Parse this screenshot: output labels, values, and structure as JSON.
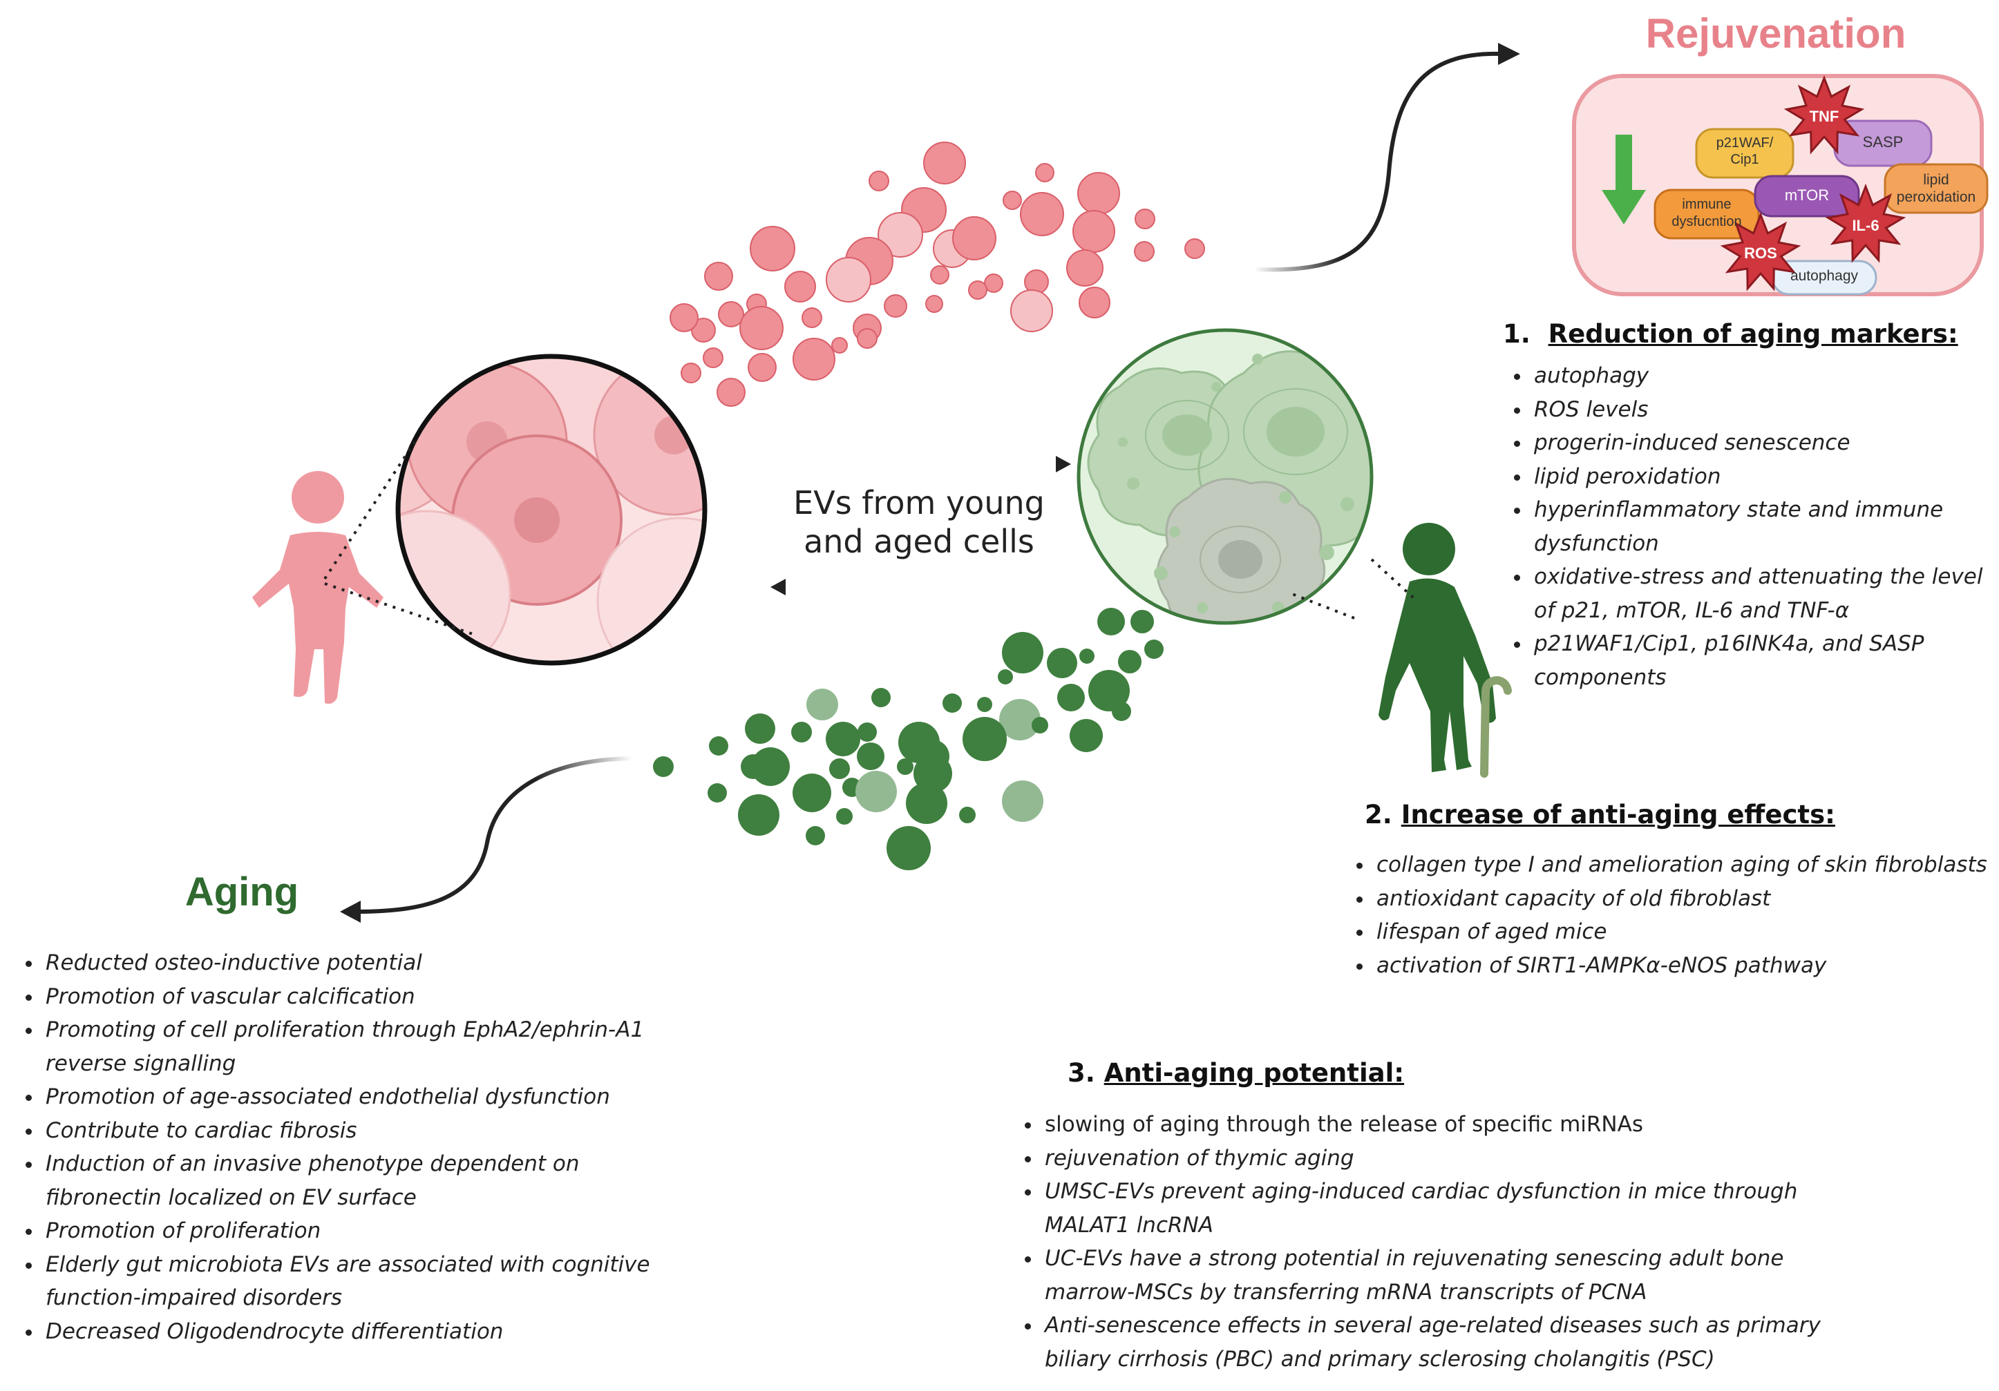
{
  "center_label": [
    "EVs from young",
    "and aged cells"
  ],
  "rejuvenation": {
    "title": "Rejuvenation",
    "cell_labels": {
      "tnf": "TNF",
      "p21": [
        "p21WAF/",
        "Cip1"
      ],
      "sasp": "SASP",
      "lipid": [
        "lipid",
        "peroxidation"
      ],
      "immune": [
        "immune",
        "dysfucntion"
      ],
      "mtor": "mTOR",
      "il6": "IL-6",
      "ros": "ROS",
      "autophagy": "autophagy"
    }
  },
  "section1": {
    "heading_number": "1.",
    "heading_text": "Reduction of aging markers:",
    "items": [
      "autophagy",
      "ROS levels",
      "progerin-induced senescence",
      "lipid peroxidation",
      "hyperinflammatory state and immune dysfunction",
      "oxidative-stress and attenuating the level of p21, mTOR, IL-6 and TNF-α",
      "p21WAF1/Cip1, p16INK4a, and SASP components"
    ]
  },
  "section2": {
    "heading_number": "2.",
    "heading_text": "Increase of anti-aging effects:",
    "items": [
      "collagen type I and amelioration aging of skin fibroblasts",
      "antioxidant capacity of old fibroblast",
      "lifespan of aged mice",
      "activation of SIRT1-AMPKα-eNOS pathway"
    ]
  },
  "section3": {
    "heading_number": "3.",
    "heading_text": "Anti-aging potential:",
    "items": [
      {
        "text": "slowing of aging through the release of specific miRNAs",
        "italic": false
      },
      {
        "text": "rejuvenation of thymic aging",
        "italic": true
      },
      {
        "text": "UMSC-EVs prevent aging-induced cardiac dysfunction in mice through MALAT1 lncRNA",
        "italic": true
      },
      {
        "text": "UC-EVs have a strong potential in rejuvenating senescing adult bone marrow-MSCs by transferring mRNA transcripts of PCNA",
        "italic": true
      },
      {
        "text": "Anti-senescence effects in several age-related diseases such as primary biliary cirrhosis (PBC) and primary sclerosing cholangitis (PSC)",
        "italic": true
      }
    ]
  },
  "aging": {
    "title": "Aging",
    "items": [
      "Reducted osteo-inductive potential",
      "Promotion of vascular calcification",
      "Promoting of cell proliferation through EphA2/ephrin-A1 reverse signalling",
      "Promotion of age-associated endothelial dysfunction",
      "Contribute to cardiac fibrosis",
      "Induction of an invasive phenotype dependent on fibronectin localized on EV surface",
      "Promotion of proliferation",
      "Elderly gut microbiota EVs are associated with cognitive function-impaired disorders",
      "Decreased Oligodendrocyte differentiation"
    ]
  },
  "colors": {
    "pink_ev": "#ef8f96",
    "pink_ev_light": "#f6c1c4",
    "pink_stroke": "#d9606a",
    "green_ev": "#3f7f3f",
    "green_ev_light": "#93b993",
    "title_pink": "#e8828a",
    "title_green": "#2f6a2f"
  }
}
